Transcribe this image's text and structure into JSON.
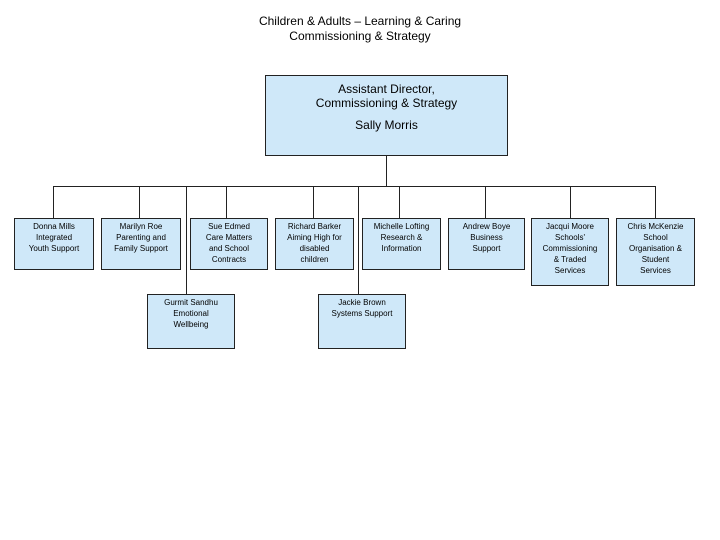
{
  "header": {
    "line1": "Children & Adults – Learning & Caring",
    "line2": "Commissioning & Strategy"
  },
  "director": {
    "role_line1": "Assistant Director,",
    "role_line2": "Commissioning & Strategy",
    "name": "Sally Morris"
  },
  "staff": [
    {
      "lines": [
        "Donna Mills",
        "Integrated",
        "Youth Support"
      ]
    },
    {
      "lines": [
        "Marilyn Roe",
        "Parenting and",
        "Family Support"
      ]
    },
    {
      "lines": [
        "Sue Edmed",
        "Care Matters",
        "and School",
        "Contracts"
      ]
    },
    {
      "lines": [
        "Richard Barker",
        "Aiming High for",
        "disabled",
        "children"
      ]
    },
    {
      "lines": [
        "Michelle Lofting",
        "Research &",
        "Information"
      ]
    },
    {
      "lines": [
        "Andrew Boye",
        "Business",
        "Support"
      ]
    },
    {
      "lines": [
        "Jacqui Moore",
        "Schools'",
        "Commissioning",
        "& Traded",
        "Services"
      ]
    },
    {
      "lines": [
        "Chris McKenzie",
        "School",
        "Organisation &",
        "Student",
        "Services"
      ]
    },
    {
      "lines": [
        "Gurmit Sandhu",
        "Emotional",
        "Wellbeing"
      ]
    },
    {
      "lines": [
        "Jackie Brown",
        "Systems Support"
      ]
    }
  ]
}
